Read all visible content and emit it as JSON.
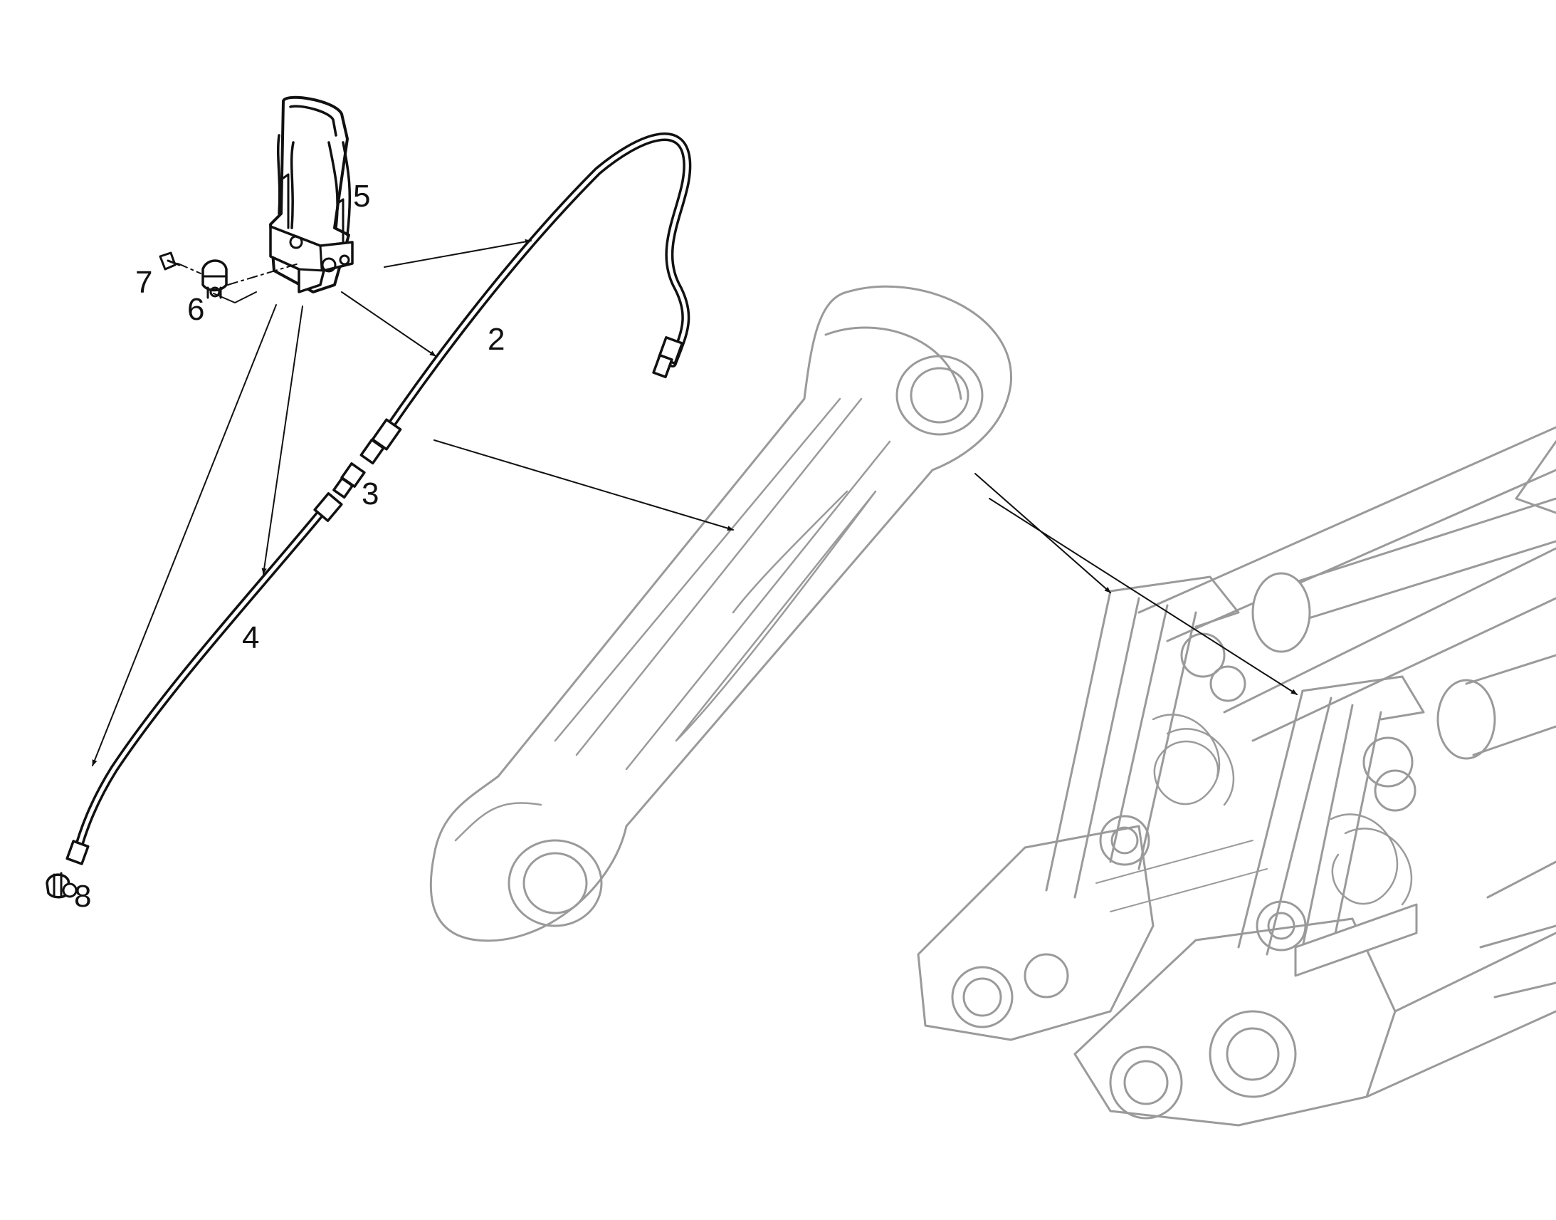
{
  "colors": {
    "ink": "#111111",
    "ghost": "#9a9a9a",
    "background": "#ffffff"
  },
  "callouts": {
    "p2": "2",
    "p3": "3",
    "p4": "4",
    "p5": "5",
    "p6": "6",
    "p7": "7",
    "p8": "8"
  }
}
